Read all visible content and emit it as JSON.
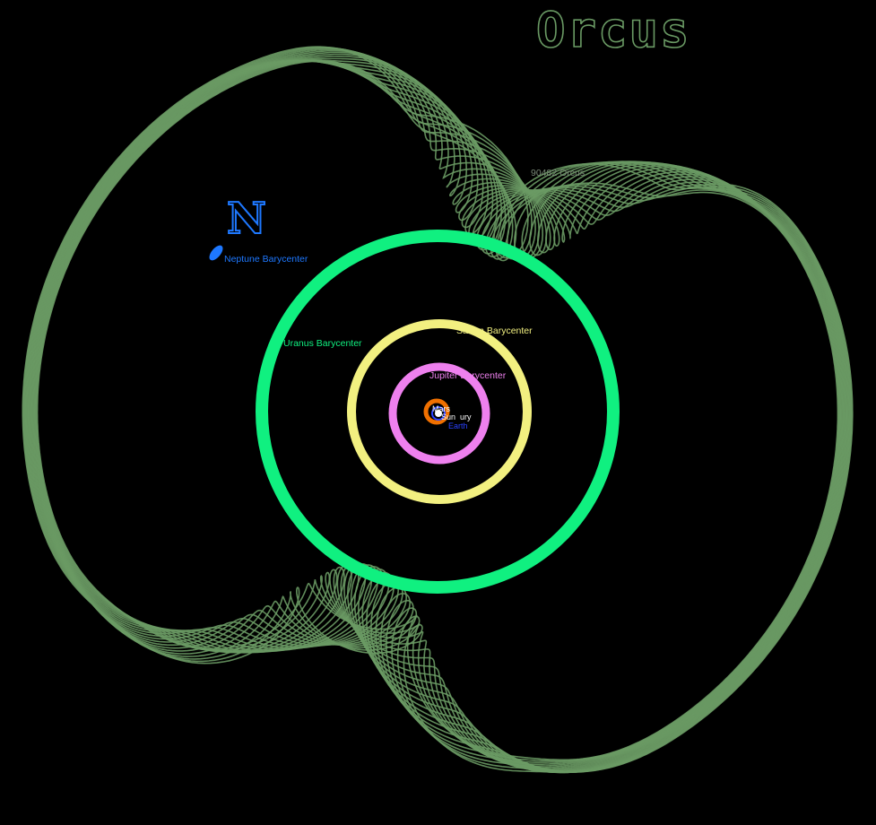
{
  "title": "Orcus",
  "neptune_marker": "N",
  "colors": {
    "background": "#000000",
    "orcus": "#6a9a64",
    "neptune": "#1e78ff",
    "uranus": "#10f080",
    "saturn": "#f2f080",
    "jupiter": "#ee80ee",
    "mars": "#f07000",
    "earth": "#2a42ff",
    "sun": "#ffffff"
  },
  "labels": {
    "orcus": "90482 Orcus",
    "neptune": "Neptune Barycenter",
    "uranus": "Uranus Barycenter",
    "saturn": "Saturn Barycenter",
    "jupiter": "Jupiter Barycenter",
    "mars": "Mars",
    "sun": "Sun",
    "mercury": "ury",
    "earth": "Earth"
  }
}
